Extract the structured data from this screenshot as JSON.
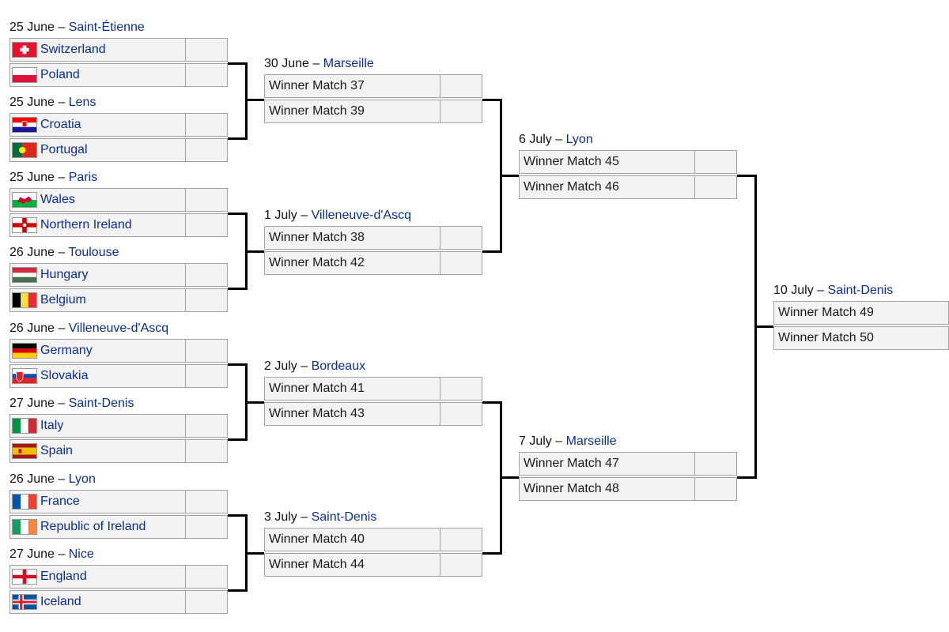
{
  "bracket": {
    "round_of_16": [
      {
        "date": "25 June",
        "venue": "Saint-Étienne",
        "teams": [
          {
            "name": "Switzerland",
            "flag": "flag-switzerland"
          },
          {
            "name": "Poland",
            "flag": "flag-poland"
          }
        ]
      },
      {
        "date": "25 June",
        "venue": "Lens",
        "teams": [
          {
            "name": "Croatia",
            "flag": "flag-croatia"
          },
          {
            "name": "Portugal",
            "flag": "flag-portugal"
          }
        ]
      },
      {
        "date": "25 June",
        "venue": "Paris",
        "teams": [
          {
            "name": "Wales",
            "flag": "flag-wales"
          },
          {
            "name": "Northern Ireland",
            "flag": "flag-northern-ireland"
          }
        ]
      },
      {
        "date": "26 June",
        "venue": "Toulouse",
        "teams": [
          {
            "name": "Hungary",
            "flag": "flag-hungary"
          },
          {
            "name": "Belgium",
            "flag": "flag-belgium"
          }
        ]
      },
      {
        "date": "26 June",
        "venue": "Villeneuve-d'Ascq",
        "teams": [
          {
            "name": "Germany",
            "flag": "flag-germany"
          },
          {
            "name": "Slovakia",
            "flag": "flag-slovakia"
          }
        ]
      },
      {
        "date": "27 June",
        "venue": "Saint-Denis",
        "teams": [
          {
            "name": "Italy",
            "flag": "flag-italy"
          },
          {
            "name": "Spain",
            "flag": "flag-spain"
          }
        ]
      },
      {
        "date": "26 June",
        "venue": "Lyon",
        "teams": [
          {
            "name": "France",
            "flag": "flag-france"
          },
          {
            "name": "Republic of Ireland",
            "flag": "flag-republic-of-ireland"
          }
        ]
      },
      {
        "date": "27 June",
        "venue": "Nice",
        "teams": [
          {
            "name": "England",
            "flag": "flag-england"
          },
          {
            "name": "Iceland",
            "flag": "flag-iceland"
          }
        ]
      }
    ],
    "quarter_finals": [
      {
        "date": "30 June",
        "venue": "Marseille",
        "teams": [
          {
            "name": "Winner Match 37"
          },
          {
            "name": "Winner Match 39"
          }
        ]
      },
      {
        "date": "1 July",
        "venue": "Villeneuve-d'Ascq",
        "teams": [
          {
            "name": "Winner Match 38"
          },
          {
            "name": "Winner Match 42"
          }
        ]
      },
      {
        "date": "2 July",
        "venue": "Bordeaux",
        "teams": [
          {
            "name": "Winner Match 41"
          },
          {
            "name": "Winner Match 43"
          }
        ]
      },
      {
        "date": "3 July",
        "venue": "Saint-Denis",
        "teams": [
          {
            "name": "Winner Match 40"
          },
          {
            "name": "Winner Match 44"
          }
        ]
      }
    ],
    "semi_finals": [
      {
        "date": "6 July",
        "venue": "Lyon",
        "teams": [
          {
            "name": "Winner Match 45"
          },
          {
            "name": "Winner Match 46"
          }
        ]
      },
      {
        "date": "7 July",
        "venue": "Marseille",
        "teams": [
          {
            "name": "Winner Match 47"
          },
          {
            "name": "Winner Match 48"
          }
        ]
      }
    ],
    "final": [
      {
        "date": "10 July",
        "venue": "Saint-Denis",
        "teams": [
          {
            "name": "Winner Match 49"
          },
          {
            "name": "Winner Match 50"
          }
        ]
      }
    ]
  },
  "dash": "–",
  "colors": {
    "venue_link": "#0b2e8a",
    "cell_bg": "#f2f2f2",
    "cell_border": "#a2a2a2",
    "connector": "#000000"
  }
}
